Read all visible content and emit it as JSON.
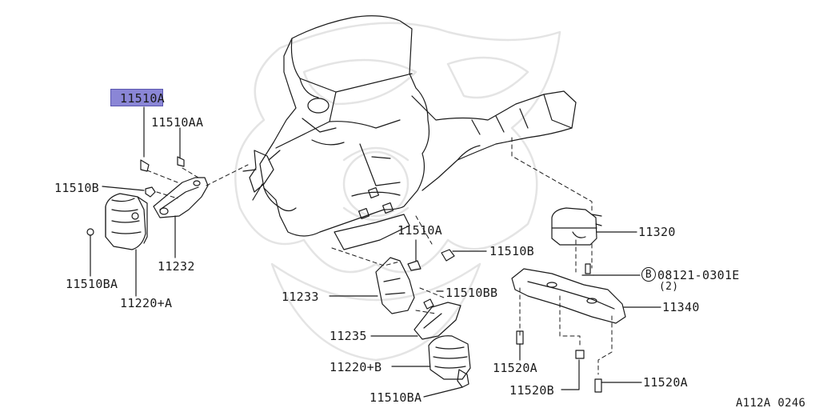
{
  "selected_part": "11510A",
  "callouts": {
    "p11510A_top": "11510A",
    "p11510AA": "11510AA",
    "p11510B_left": "11510B",
    "p11510BA_left": "11510BA",
    "p11220A": "11220+A",
    "p11232": "11232",
    "p11510A_mid": "11510A",
    "p11510B_mid": "11510B",
    "p11233": "11233",
    "p11510BB": "11510BB",
    "p11235": "11235",
    "p11220B": "11220+B",
    "p11510BA_bottom": "11510BA",
    "p11320": "11320",
    "p08121_ref": "08121-0301E",
    "p08121_qty": "(2)",
    "p11340": "11340",
    "p11520A_left": "11520A",
    "p11520B": "11520B",
    "p11520A_right": "11520A"
  },
  "bolt_symbol": "B",
  "diagram_code": "A112A 0246",
  "colors": {
    "highlight": "#8a86d6",
    "line": "#1a1a1a",
    "watermark": "#e4e4e4"
  },
  "icons": {
    "watermark": "brand-emblem-watermark",
    "bolt_marker": "circled-b-marker"
  }
}
